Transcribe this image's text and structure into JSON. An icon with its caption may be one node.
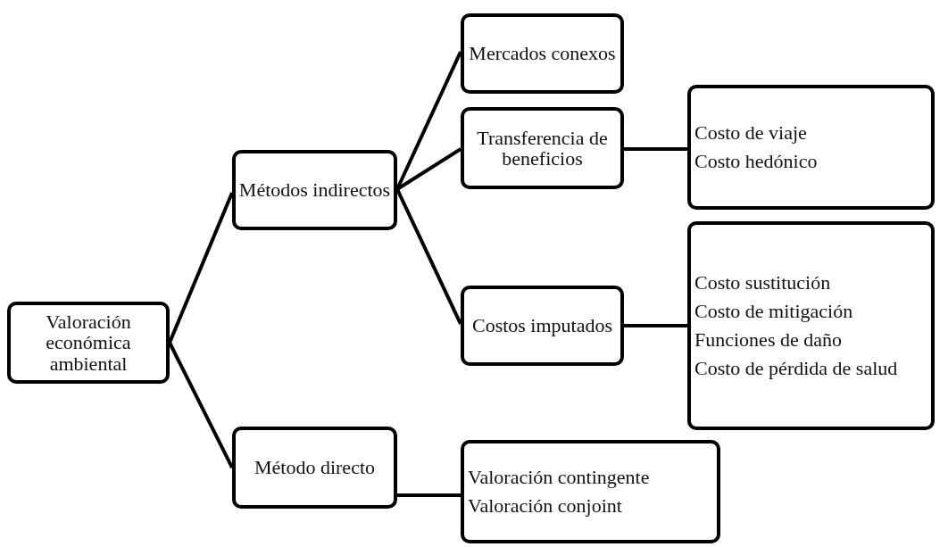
{
  "diagram": {
    "nodes": [
      {
        "text": [
          "Valoración económica ambiental"
        ]
      },
      {
        "text": [
          "Métodos indirectos"
        ]
      },
      {
        "text": [
          "Mercados conexos"
        ]
      },
      {
        "text": [
          "Transferencia de beneficios"
        ]
      },
      {
        "text": [
          "Costos imputados"
        ]
      },
      {
        "text": [
          "Costo de viaje",
          "Costo hedónico"
        ]
      },
      {
        "text": [
          "Costo sustitución",
          "Costo de mitigación",
          "Funciones de daño",
          "Costo de pérdida de salud"
        ]
      },
      {
        "text": [
          "Método directo"
        ]
      },
      {
        "text": [
          "Valoración contingente",
          "Valoración conjoint"
        ]
      }
    ],
    "edges": [
      {
        "from": 0,
        "to": 1,
        "arrow": "none"
      },
      {
        "from": 0,
        "to": 7,
        "arrow": "none"
      },
      {
        "from": 1,
        "to": 2,
        "arrow": "none"
      },
      {
        "from": 1,
        "to": 3,
        "arrow": "none"
      },
      {
        "from": 1,
        "to": 4,
        "arrow": "none"
      },
      {
        "from": 3,
        "to": 5,
        "arrow": "none"
      },
      {
        "from": 4,
        "to": 6,
        "arrow": "none"
      },
      {
        "from": 7,
        "to": 8,
        "arrow": "none"
      }
    ]
  }
}
